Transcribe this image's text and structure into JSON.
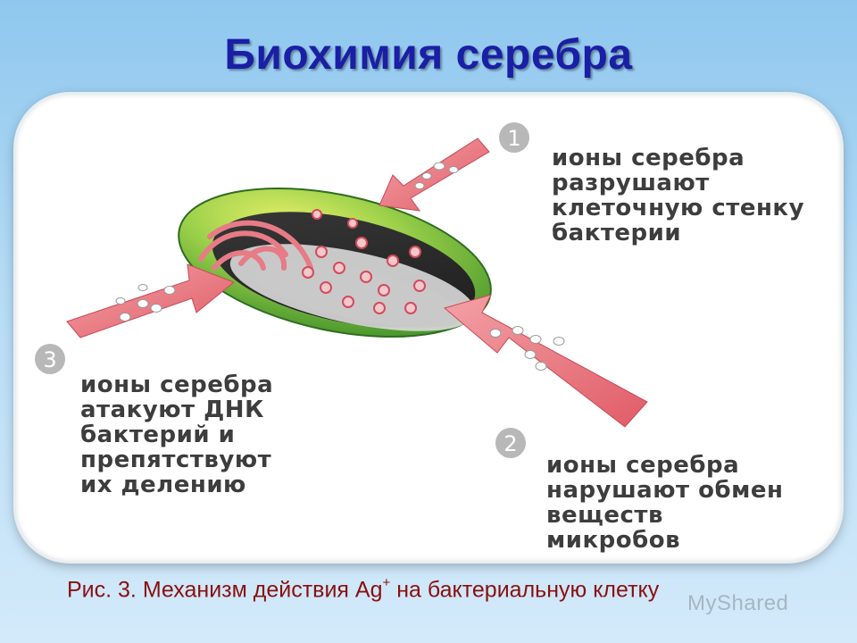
{
  "title": "Биохимия серебра",
  "steps": [
    {
      "number": "1",
      "text": "ионы серебра\nразрушают\nклеточную стенку\nбактерии"
    },
    {
      "number": "2",
      "text": "ионы серебра\nнарушают обмен\nвеществ\nмикробов"
    },
    {
      "number": "3",
      "text": "ионы серебра\nатакуют ДНК\nбактерий и\nпрепятствуют\nих делению"
    }
  ],
  "caption": {
    "prefix": "Рис. 3. Механизм действия Ag",
    "sup": "+",
    "suffix": " на бактериальную клетку"
  },
  "watermark": "MyShared",
  "colors": {
    "title": "#1a1fa6",
    "caption": "#8b0f0f",
    "arrow": "#e8707a",
    "cell_wall": "#8bc34a",
    "number_badge": "#b8b8b8"
  }
}
